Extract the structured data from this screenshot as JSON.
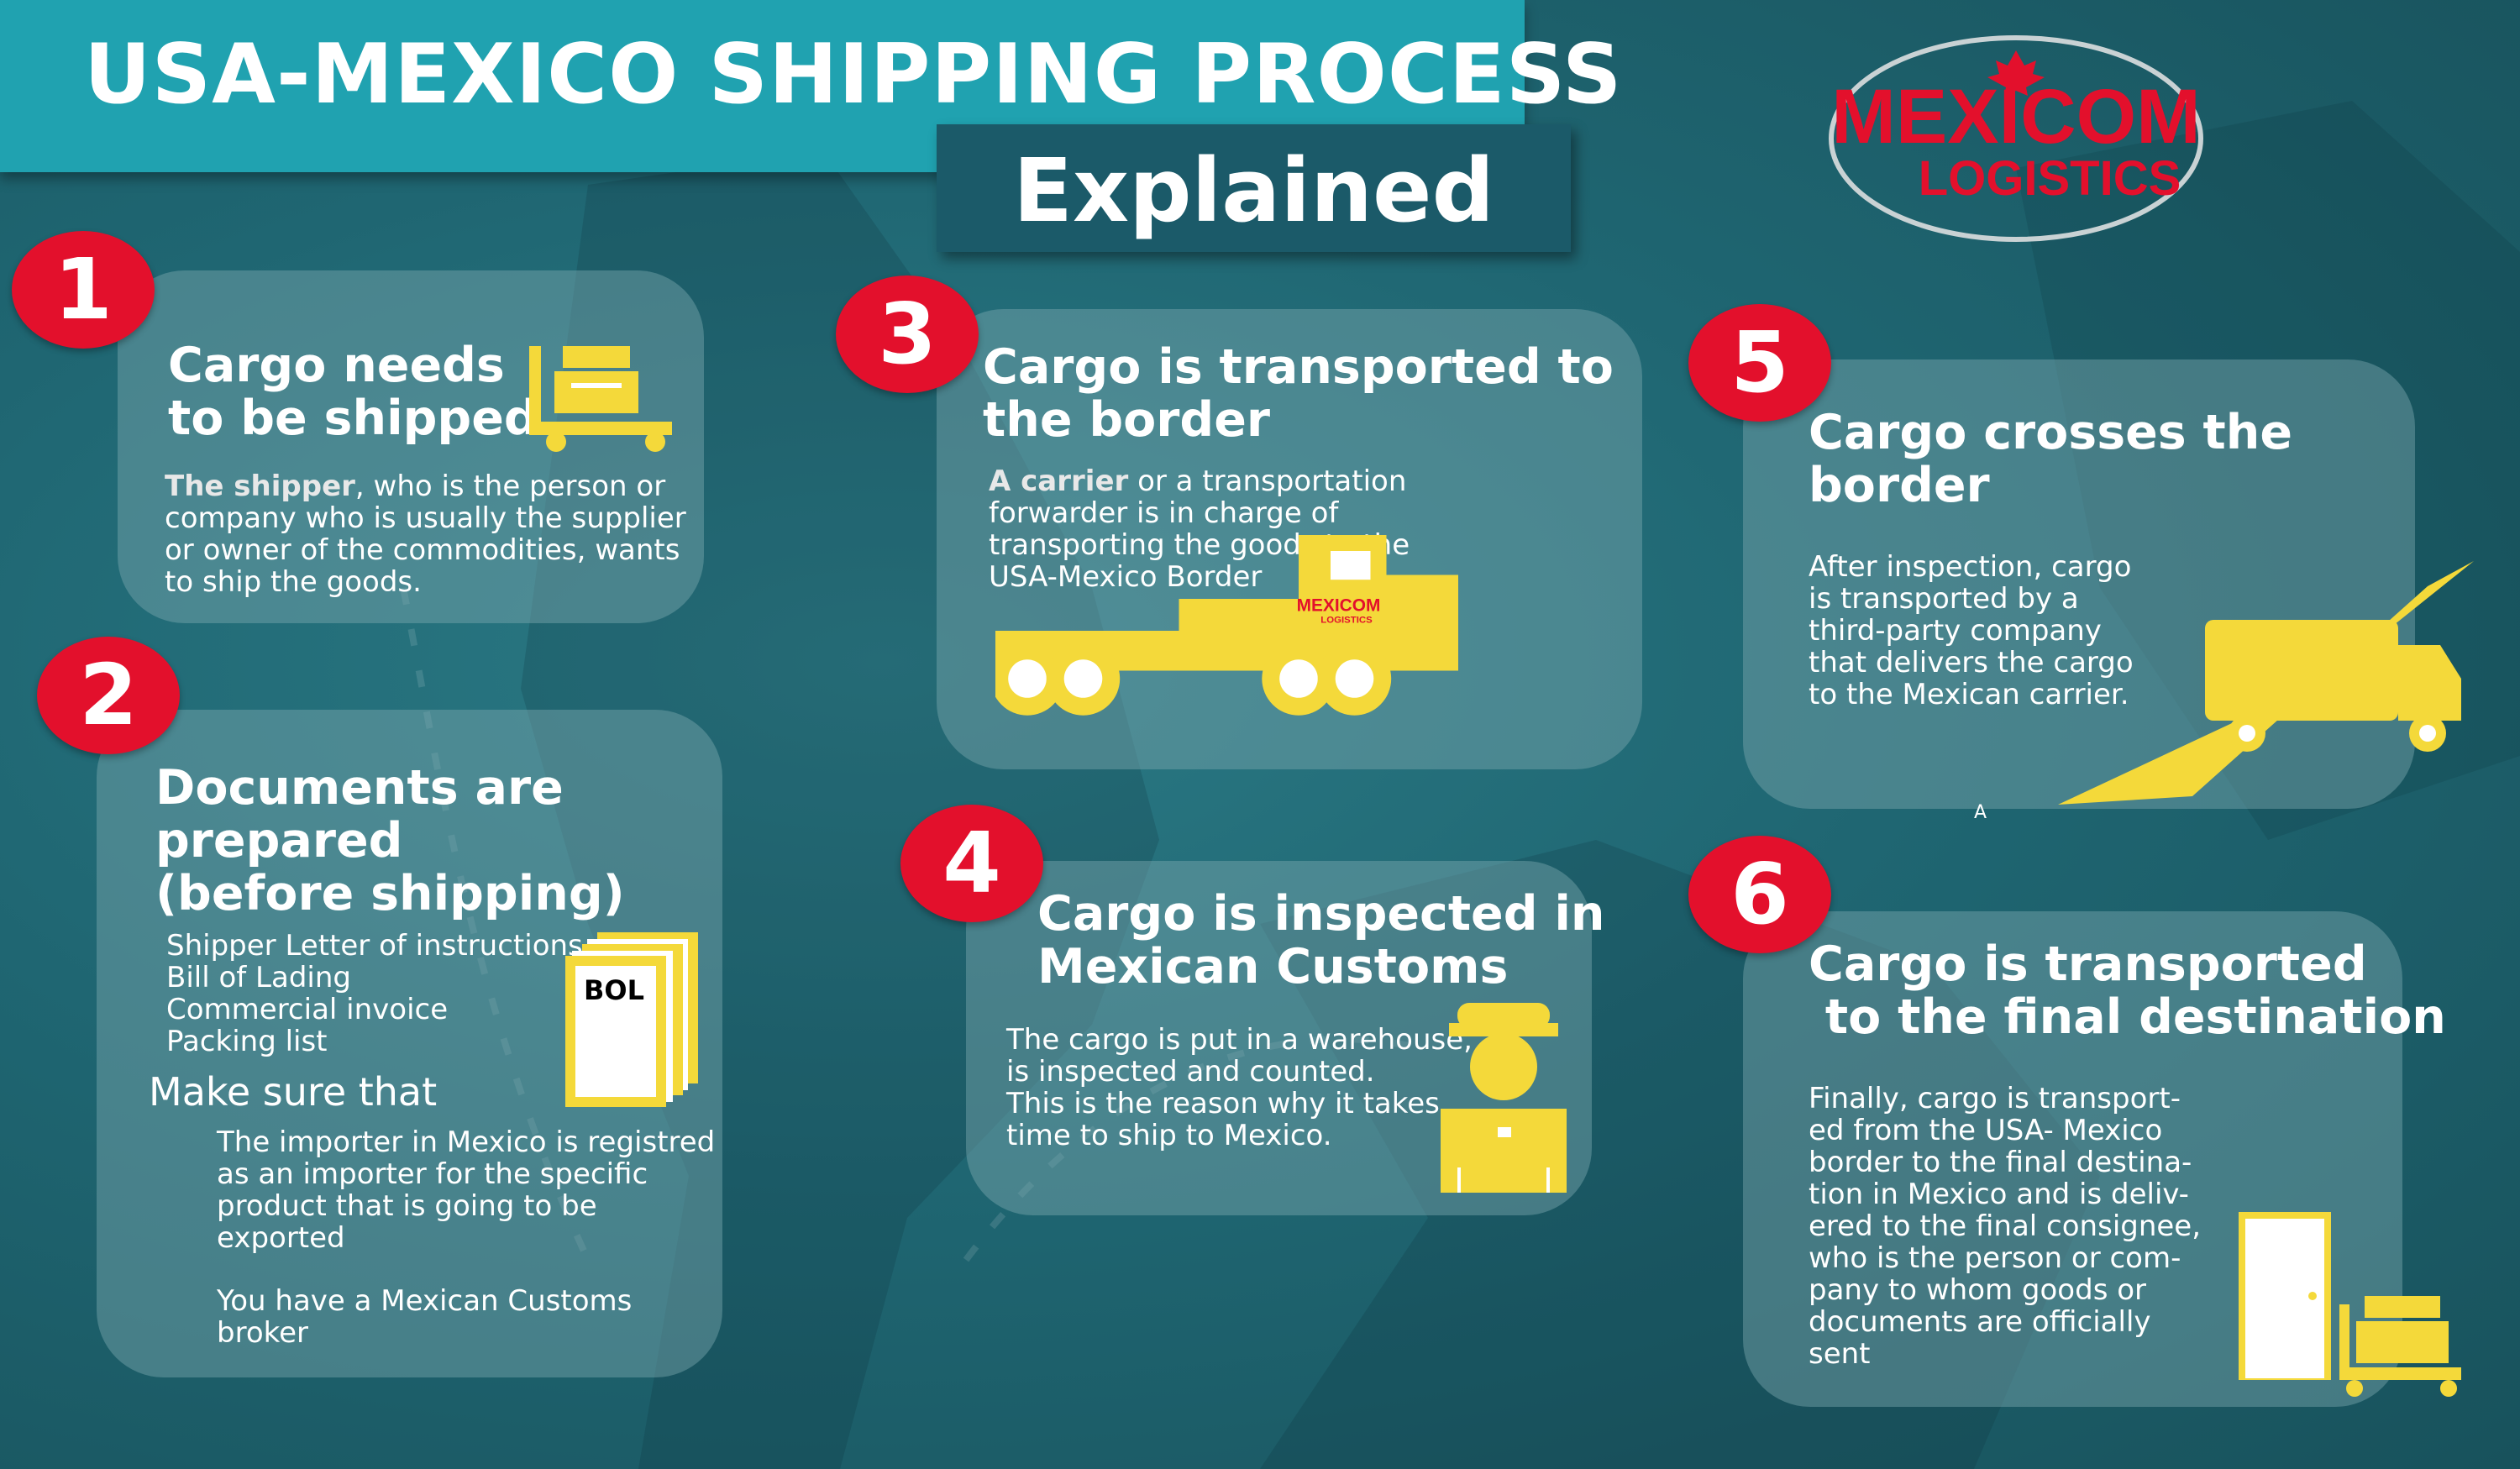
{
  "header": {
    "title": "USA-MEXICO SHIPPING PROCESS",
    "subtitle": "Explained"
  },
  "logo": {
    "top": "MEXICOM",
    "bottom": "LOGISTICS"
  },
  "colors": {
    "accent_red": "#e3102c",
    "teal_bar": "#20a2b0",
    "icon_yellow": "#f4d93a"
  },
  "steps": [
    {
      "number": "1",
      "title": [
        "Cargo needs",
        "to be shipped"
      ],
      "lead": "The shipper",
      "body_lines": [
        ", who is the person or",
        "company who is usually the supplier",
        "or owner of the commodities,  wants",
        "to ship the goods."
      ],
      "icon": "hand-truck-icon"
    },
    {
      "number": "2",
      "title": [
        "Documents are",
        "prepared",
        "(before shipping)"
      ],
      "list": [
        "Shipper Letter of instructions",
        "Bill of Lading",
        "Commercial invoice",
        "Packing list"
      ],
      "make_sure": "Make sure that",
      "note1_lines": [
        "The importer in Mexico is registred",
        "as an importer for the specific",
        "product that is going to be",
        "exported"
      ],
      "note2_lines": [
        "You have a Mexican Customs",
        "broker"
      ],
      "doc_label": "BOL",
      "icon": "document-stack-icon"
    },
    {
      "number": "3",
      "title": [
        "Cargo is transported to",
        "the border"
      ],
      "lead": "A carrier",
      "body_lines": [
        " or a transportation",
        "forwarder  is in charge of",
        "transporting the goods  to the",
        "USA-Mexico Border"
      ],
      "truck_logo_top": "MEXICOM",
      "truck_logo_bottom": "LOGISTICS",
      "icon": "flatbed-truck-icon"
    },
    {
      "number": "4",
      "title": [
        "Cargo is inspected in",
        "Mexican Customs"
      ],
      "body_lines": [
        "The cargo is put in a warehouse,",
        "is inspected  and counted.",
        "This is the reason why it takes",
        "time to ship to Mexico."
      ],
      "icon": "customs-officer-icon"
    },
    {
      "number": "5",
      "title": [
        "Cargo crosses the",
        "border"
      ],
      "body_lines": [
        "After inspection, cargo",
        "is transported by a",
        "third-party company",
        "that delivers the cargo",
        "to the Mexican carrier."
      ],
      "stray": "A",
      "icon": "box-truck-icon"
    },
    {
      "number": "6",
      "title": [
        "Cargo is transported",
        " to the final destination"
      ],
      "body_lines": [
        "Finally, cargo is transport-",
        "ed from the USA- Mexico",
        "border to the final destina-",
        "tion in Mexico and is deliv-",
        "ered to the final consignee,",
        "who is the person or com-",
        "pany to whom goods or",
        "documents are officially",
        "sent"
      ],
      "icon": "door-and-cart-icon"
    }
  ]
}
